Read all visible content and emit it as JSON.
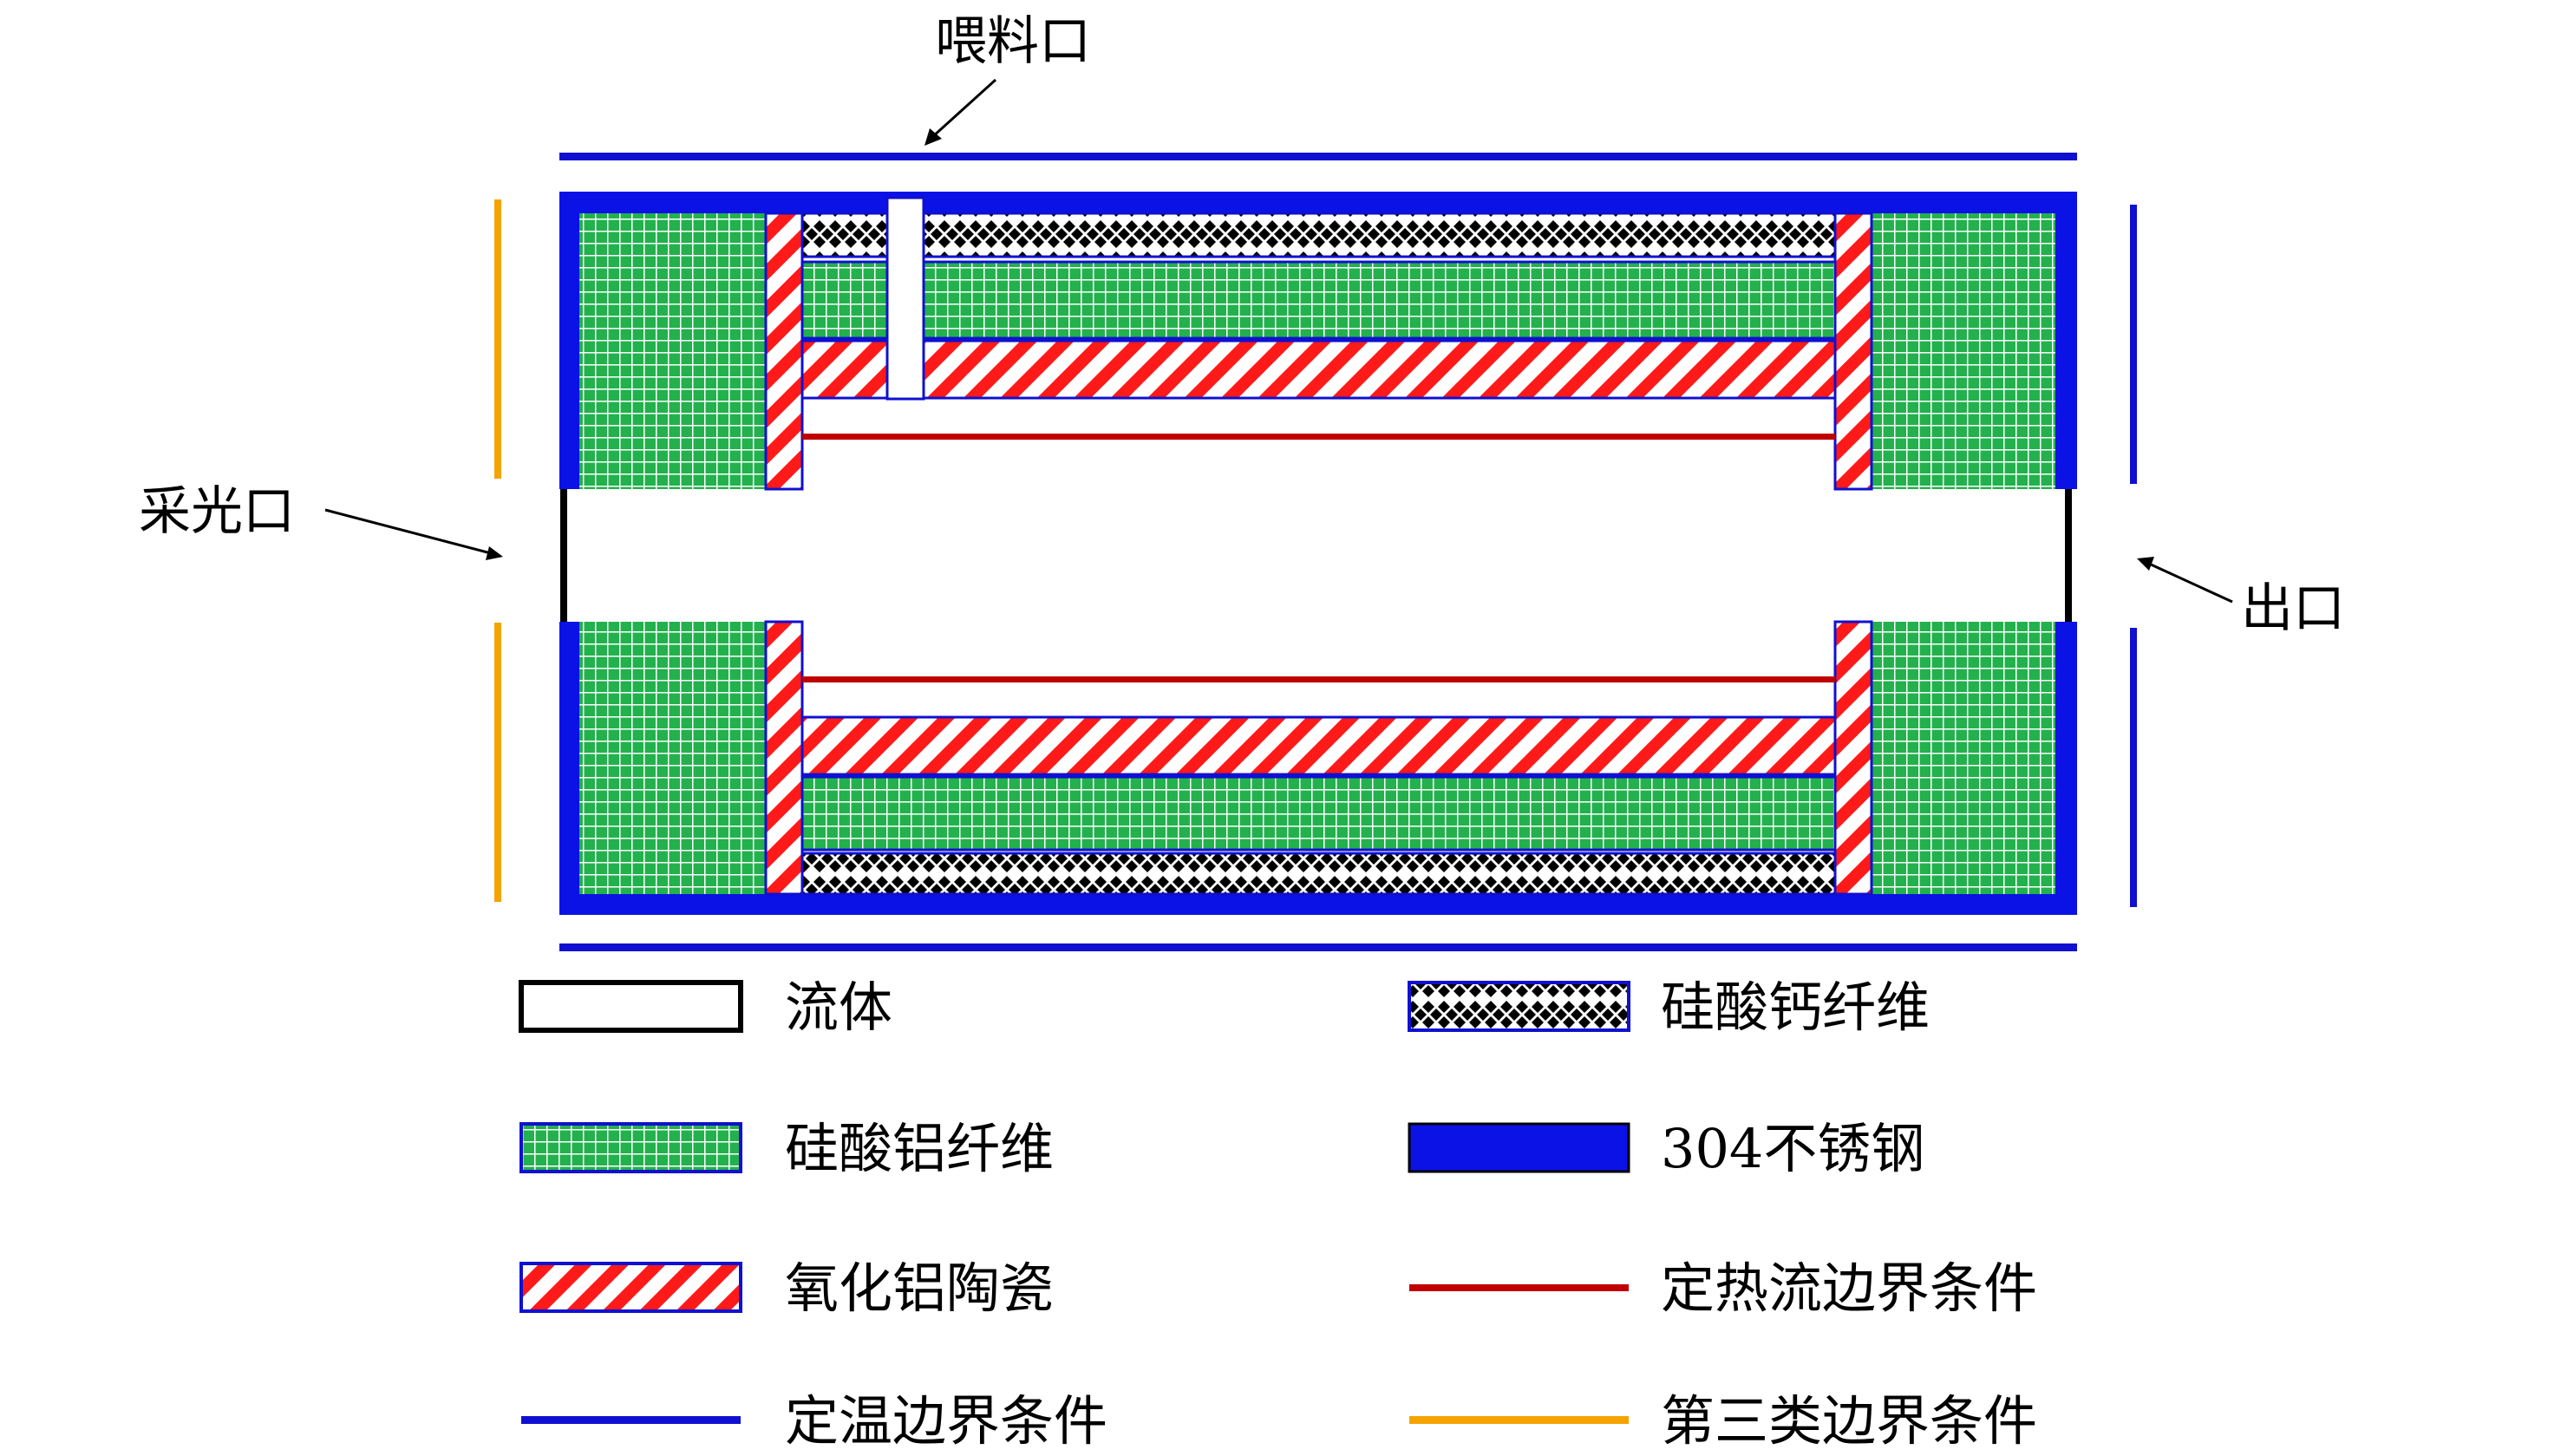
{
  "annotations": {
    "feed_port": "喂料口",
    "light_port": "采光口",
    "outlet": "出口"
  },
  "legend": [
    {
      "id": "fluid",
      "label": "流体"
    },
    {
      "id": "calcium-silicate-fiber",
      "label": "硅酸钙纤维"
    },
    {
      "id": "aluminum-silicate-fiber",
      "label": "硅酸铝纤维"
    },
    {
      "id": "stainless-304",
      "label": "304不锈钢"
    },
    {
      "id": "alumina-ceramic",
      "label": "氧化铝陶瓷"
    },
    {
      "id": "heat-flux-boundary",
      "label": "定热流边界条件"
    },
    {
      "id": "temperature-boundary",
      "label": "定温边界条件"
    },
    {
      "id": "third-kind-boundary",
      "label": "第三类边界条件"
    }
  ],
  "colors": {
    "steel": "#0a12e6",
    "green_fiber": "#22b14c",
    "green_grid": "#ffffff",
    "ceramic_red": "#ff1a1a",
    "heat_flux_line": "#c00000",
    "temperature_line": "#1010d0",
    "third_kind_line": "#f5a300",
    "outline": "#000000"
  }
}
